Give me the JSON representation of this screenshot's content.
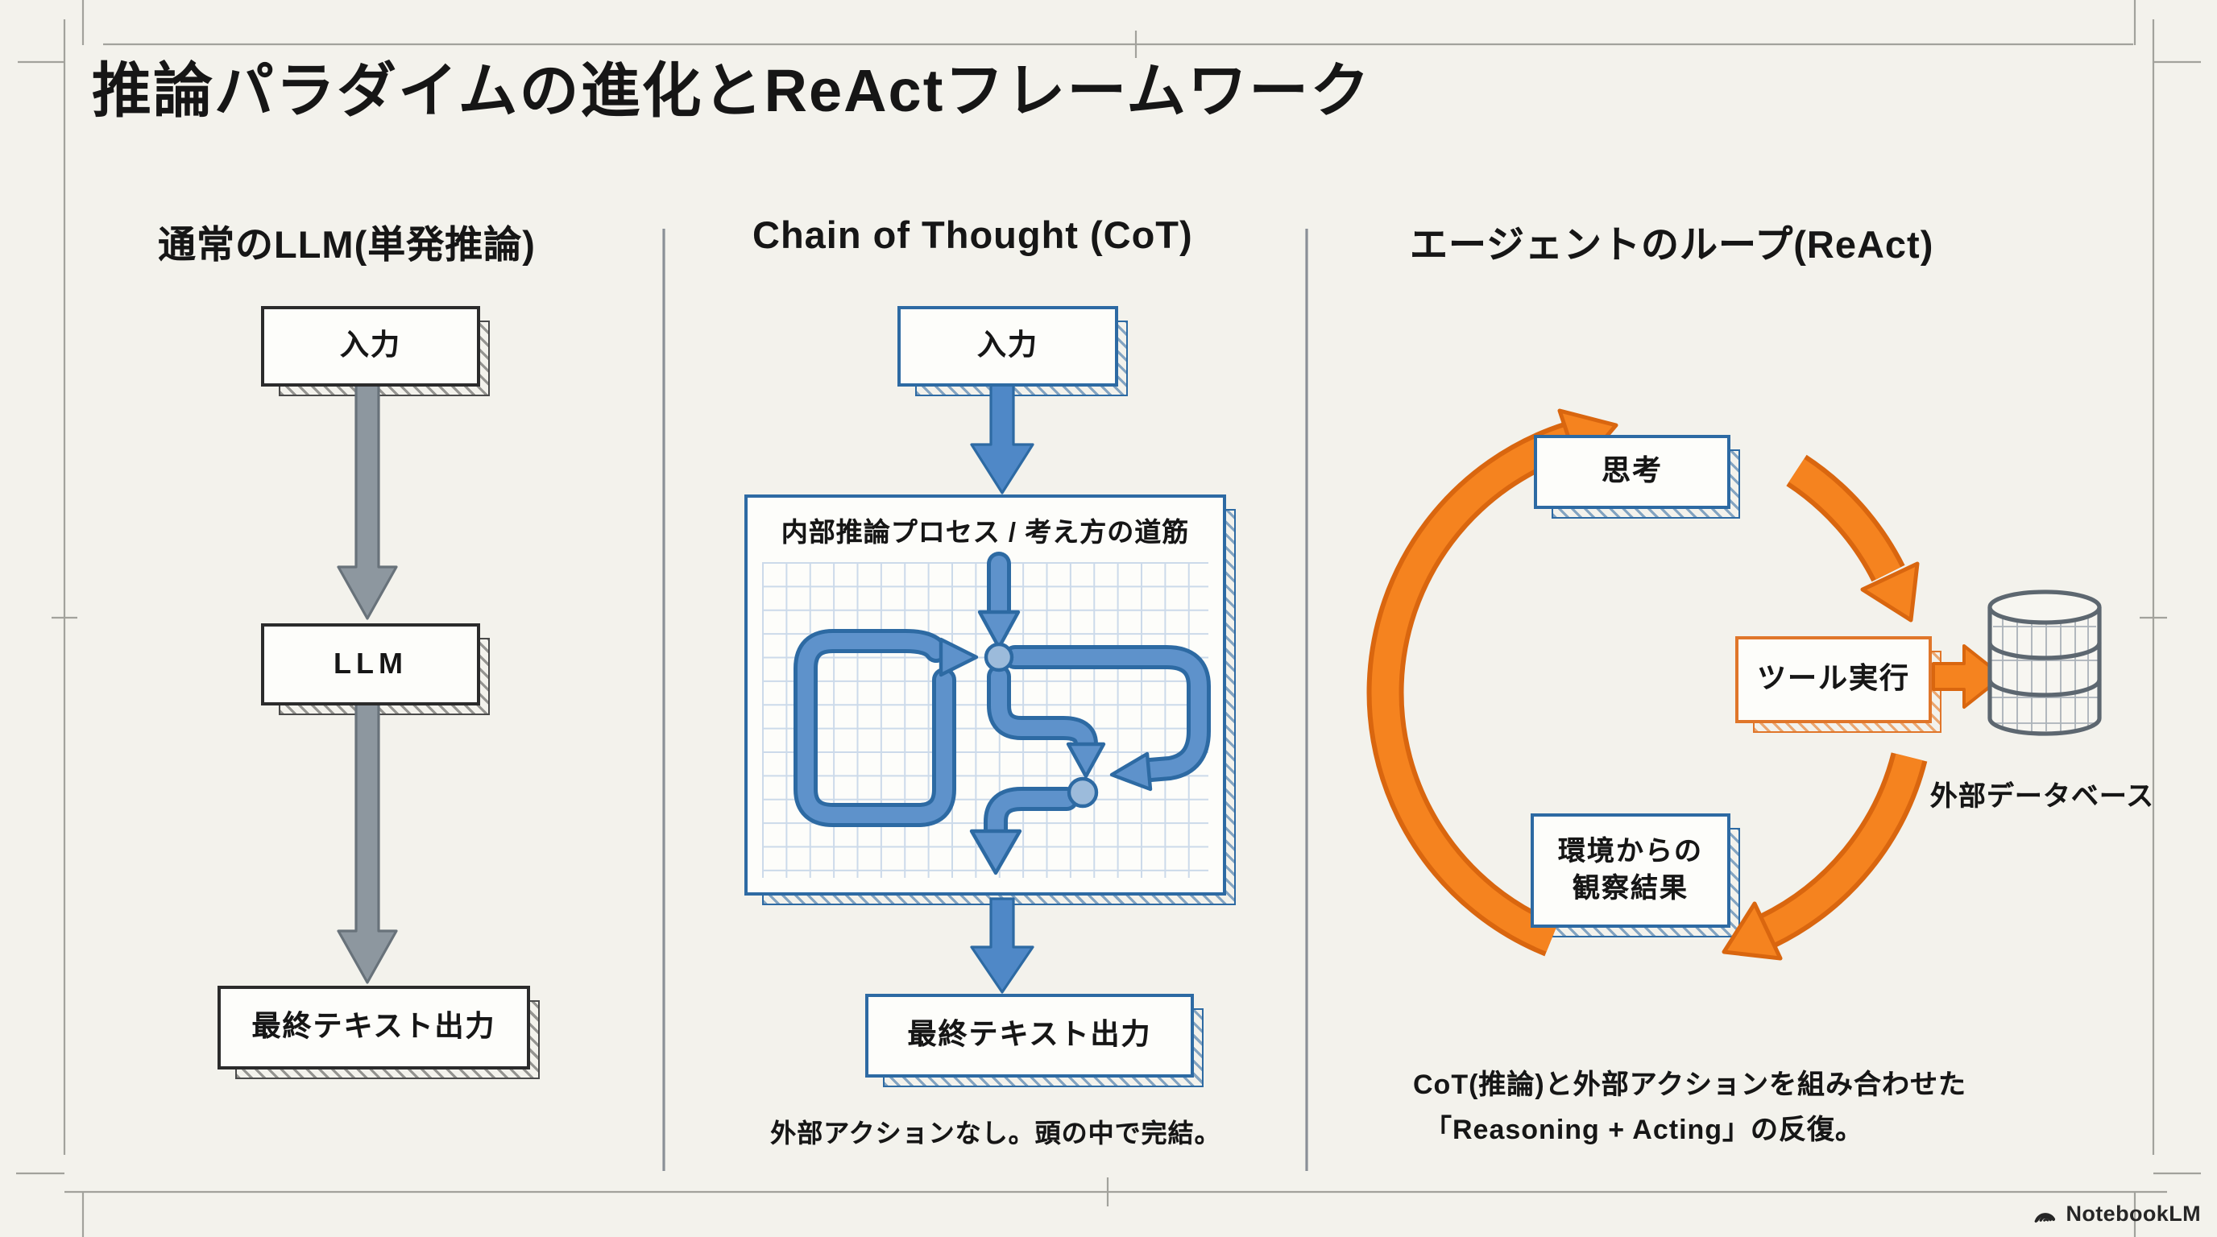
{
  "title": "推論パラダイムの進化とReActフレームワーク",
  "columns": [
    {
      "header": "通常のLLM(単発推論)",
      "boxes": {
        "input": "入力",
        "llm": "LLM",
        "output": "最終テキスト出力"
      }
    },
    {
      "header": "Chain of Thought (CoT)",
      "boxes": {
        "input": "入力",
        "process_title": "内部推論プロセス / 考え方の道筋",
        "output": "最終テキスト出力"
      },
      "caption": "外部アクションなし。頭の中で完結。"
    },
    {
      "header": "エージェントのループ(ReAct)",
      "boxes": {
        "thought": "思考",
        "tool": "ツール実行",
        "observation_line1": "環境からの",
        "observation_line2": "観察結果"
      },
      "database_label": "外部データベース",
      "caption_line1": "CoT(推論)と外部アクションを組み合わせた",
      "caption_line2": "「Reasoning + Acting」の反復。"
    }
  ],
  "footer": {
    "brand": "NotebookLM"
  },
  "colors": {
    "paper": "#f3f2ec",
    "ink": "#161616",
    "frame_gray": "#a2a29c",
    "divider_gray": "#8a9097",
    "arrow_gray_fill": "#8d979f",
    "arrow_gray_stroke": "#68727a",
    "blue_stroke": "#2d6aa3",
    "blue_fill": "#5e92cb",
    "grid_blue": "#ccdaea",
    "orange_fill": "#f5831f",
    "orange_stroke": "#d9660f",
    "db_gray": "#5d6770"
  }
}
